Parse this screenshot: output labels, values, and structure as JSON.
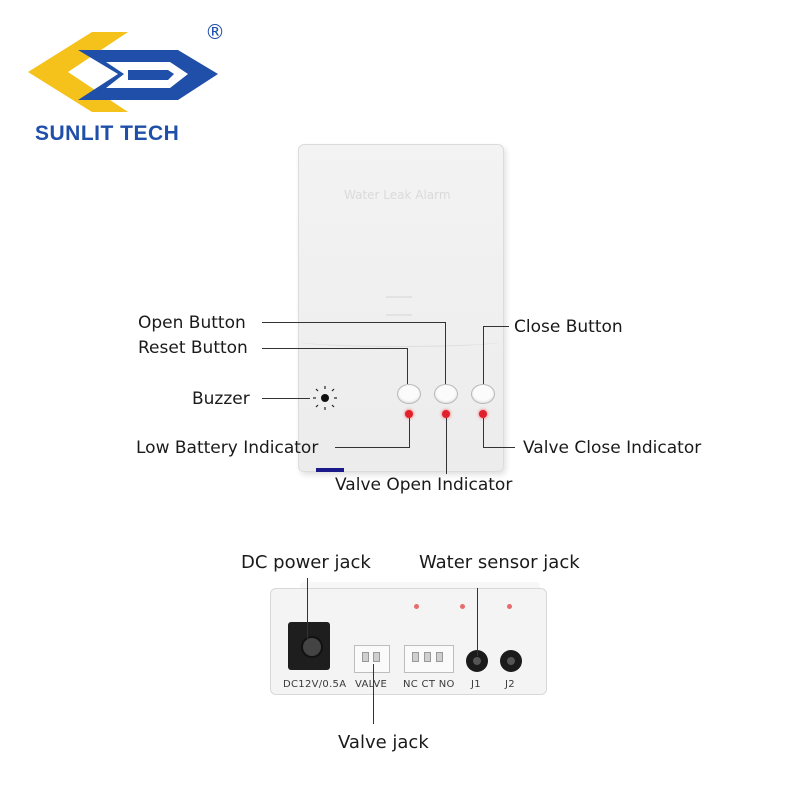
{
  "brand": {
    "name": "SUNLIT TECH",
    "registered_mark": "®",
    "logo_colors": {
      "blue": "#1f4fa8",
      "yellow": "#f4c21a"
    }
  },
  "device_front": {
    "printed_title": "Water Leak Alarm"
  },
  "callouts_front": {
    "open_button": "Open Button",
    "reset_button": "Reset Button",
    "close_button": "Close Button",
    "buzzer": "Buzzer",
    "low_battery_indicator": "Low Battery Indicator",
    "valve_open_indicator": "Valve Open Indicator",
    "valve_close_indicator": "Valve Close Indicator"
  },
  "device_bottom": {
    "ports": {
      "dc": "DC12V/0.5A",
      "valve": "VALVE",
      "nc_ct_no": "NC  CT  NO",
      "j1": "J1",
      "j2": "J2"
    }
  },
  "callouts_bottom": {
    "dc_power_jack": "DC power jack",
    "water_sensor_jack": "Water sensor jack",
    "valve_jack": "Valve jack"
  },
  "colors": {
    "led_red": "#e0202a",
    "line": "#333333"
  }
}
